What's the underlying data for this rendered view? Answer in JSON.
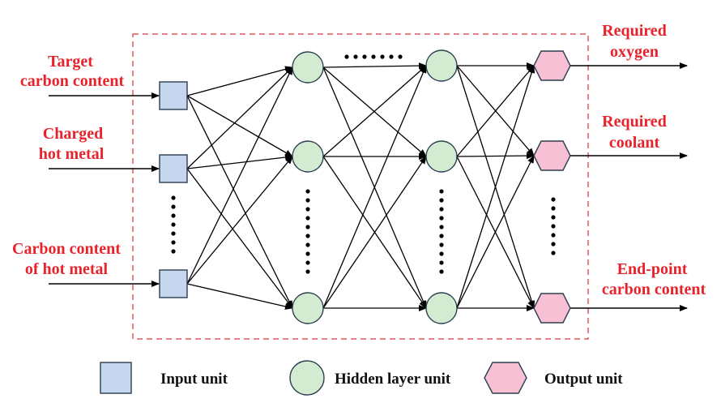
{
  "inputs": {
    "target_carbon": [
      "Target",
      "carbon content"
    ],
    "charged_hot_metal": [
      "Charged",
      "hot metal"
    ],
    "carbon_of_hot_metal": [
      "Carbon content",
      "of hot metal"
    ]
  },
  "outputs": {
    "required_oxygen": [
      "Required",
      "oxygen"
    ],
    "required_coolant": [
      "Required",
      "coolant"
    ],
    "endpoint_carbon": [
      "End-point",
      "carbon content"
    ]
  },
  "legend": {
    "input": "Input unit",
    "hidden": "Hidden layer unit",
    "output": "Output unit"
  },
  "colors": {
    "label_red": "#e8232b",
    "box_dash": "#e05a5a",
    "input_fill": "#c6d6ee",
    "hidden_fill": "#d3ebd1",
    "output_fill": "#f7c0d3"
  }
}
